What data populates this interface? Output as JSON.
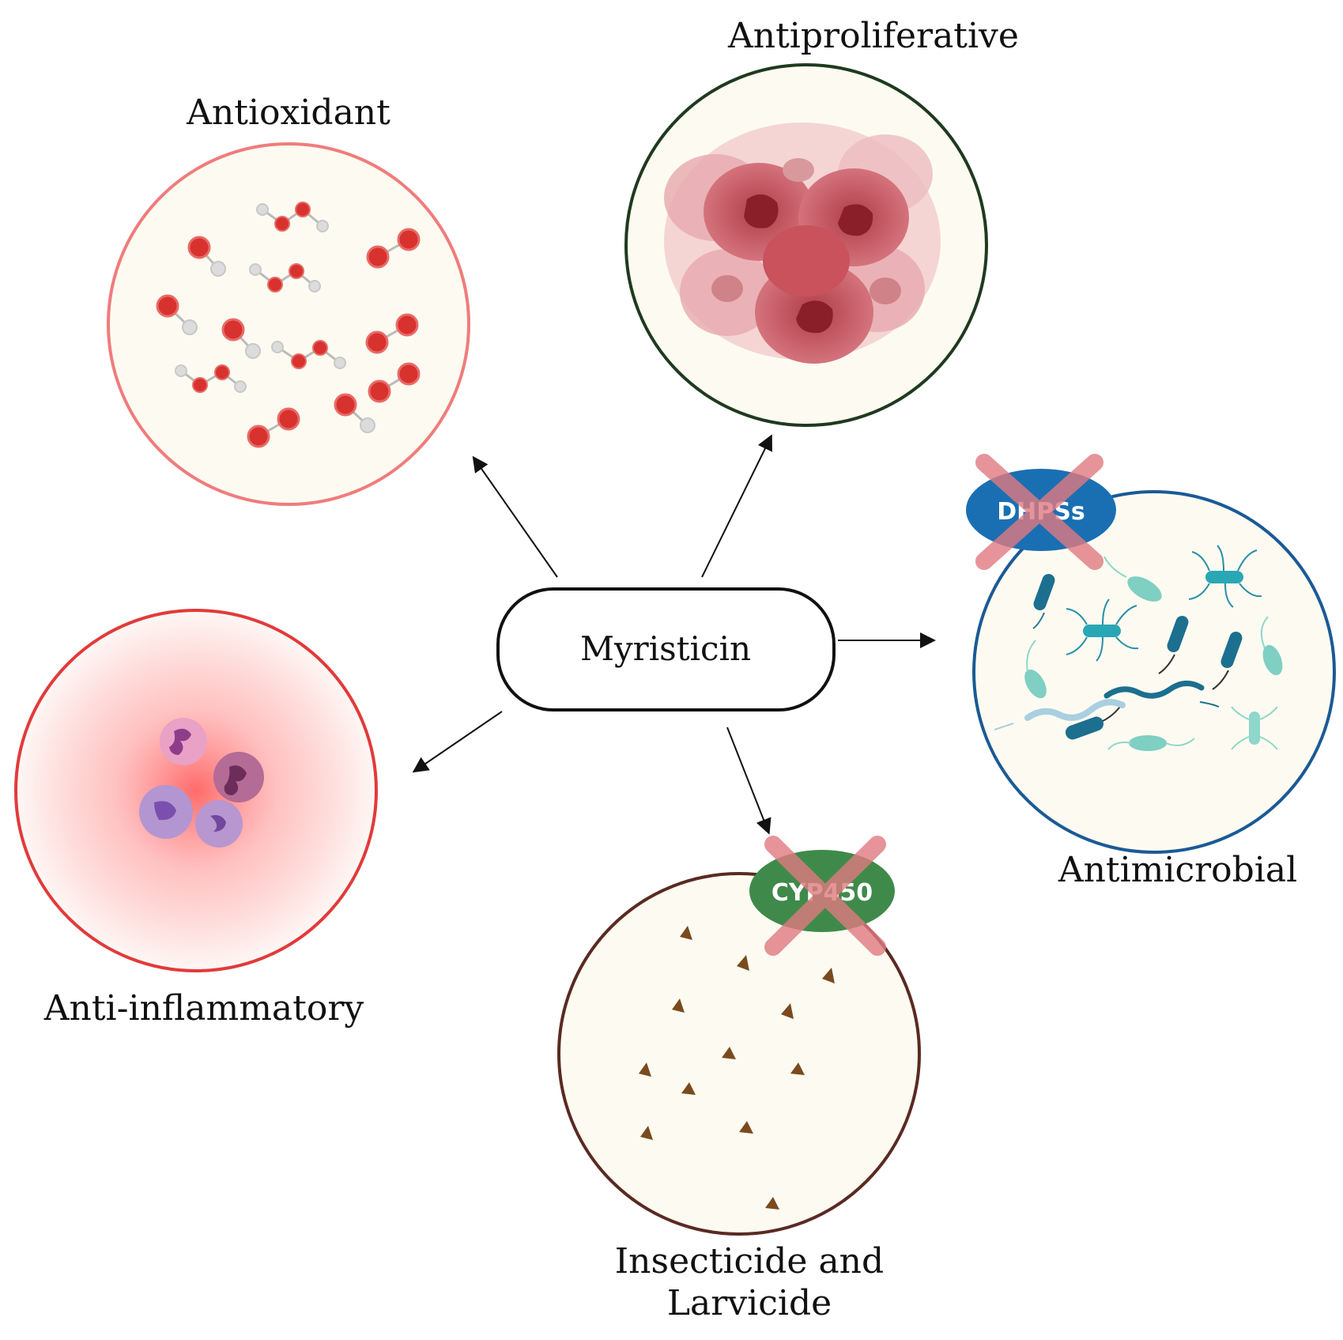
{
  "center": {
    "label": "Myristicin"
  },
  "effects": {
    "antioxidant": {
      "label": "Antioxidant"
    },
    "antiproliferative": {
      "label": "Antiproliferative"
    },
    "antimicrobial": {
      "label": "Antimicrobial",
      "enzyme": "DHPSs"
    },
    "anti_inflammatory": {
      "label": "Anti-inflammatory"
    },
    "insecticide": {
      "label_line1": "Insecticide and",
      "label_line2": "Larvicide",
      "enzyme": "CYP450"
    }
  },
  "colors": {
    "antioxidant_border": "#f07c7c",
    "antiproliferative_border": "#1f3a1f",
    "antimicrobial_border": "#1a5a96",
    "anti_inflammatory_border": "#e23a3a",
    "insecticide_border": "#5a2a22",
    "circle_fill": "#fdfbf1",
    "dhpss_fill": "#1a6fb3",
    "cyp450_fill": "#3f8a4a",
    "inhibition_cross": "#e07a80"
  }
}
